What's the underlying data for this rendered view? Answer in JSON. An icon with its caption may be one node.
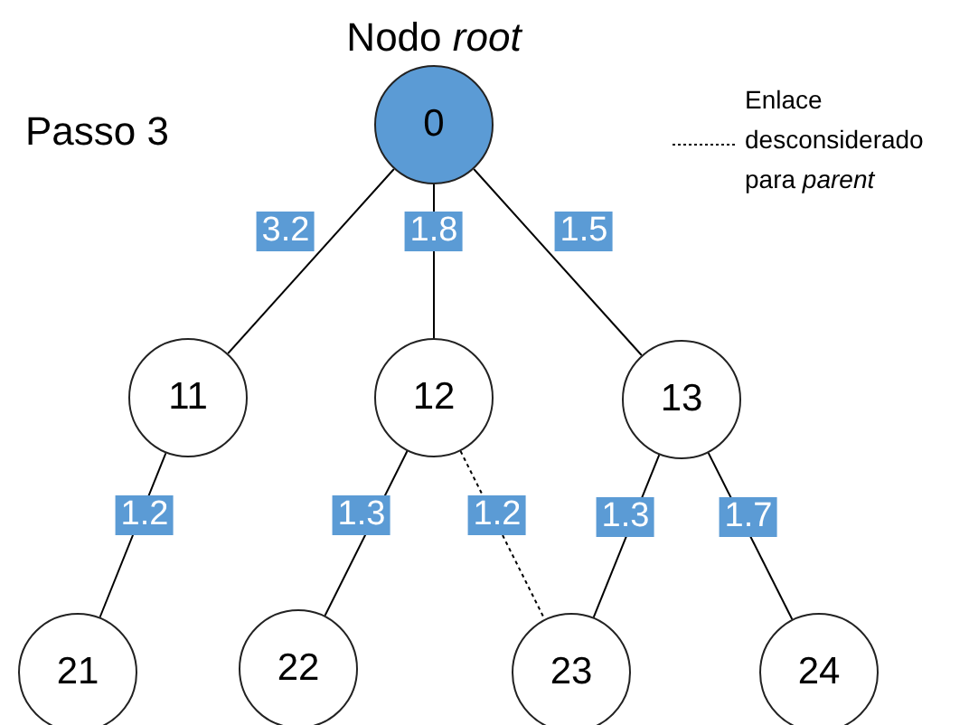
{
  "diagram": {
    "title": "Passo 3",
    "nodes": [
      {
        "text": [
          "0"
        ],
        "beside": [
          "Nodo *root*"
        ]
      },
      {
        "text": [
          "11"
        ]
      },
      {
        "text": [
          "12"
        ]
      },
      {
        "text": [
          "13"
        ]
      },
      {
        "text": [
          "21"
        ]
      },
      {
        "text": [
          "22"
        ]
      },
      {
        "text": [
          "23"
        ]
      },
      {
        "text": [
          "24"
        ]
      }
    ],
    "edges": [
      {
        "from": 0,
        "to": 1,
        "arrow": "none",
        "label": "3.2"
      },
      {
        "from": 0,
        "to": 2,
        "arrow": "none",
        "label": "1.8"
      },
      {
        "from": 0,
        "to": 3,
        "arrow": "none",
        "label": "1.5"
      },
      {
        "from": 1,
        "to": 4,
        "arrow": "none",
        "label": "1.2"
      },
      {
        "from": 2,
        "to": 5,
        "arrow": "none",
        "label": "1.3"
      },
      {
        "from": 2,
        "to": 6,
        "arrow": "none",
        "label": "1.2",
        "style": "dashed"
      },
      {
        "from": 3,
        "to": 6,
        "arrow": "none",
        "label": "1.3"
      },
      {
        "from": 3,
        "to": 7,
        "arrow": "none",
        "label": "1.7"
      }
    ],
    "legend": [
      {
        "text": "Enlace desconsiderado para *parent*"
      }
    ]
  }
}
